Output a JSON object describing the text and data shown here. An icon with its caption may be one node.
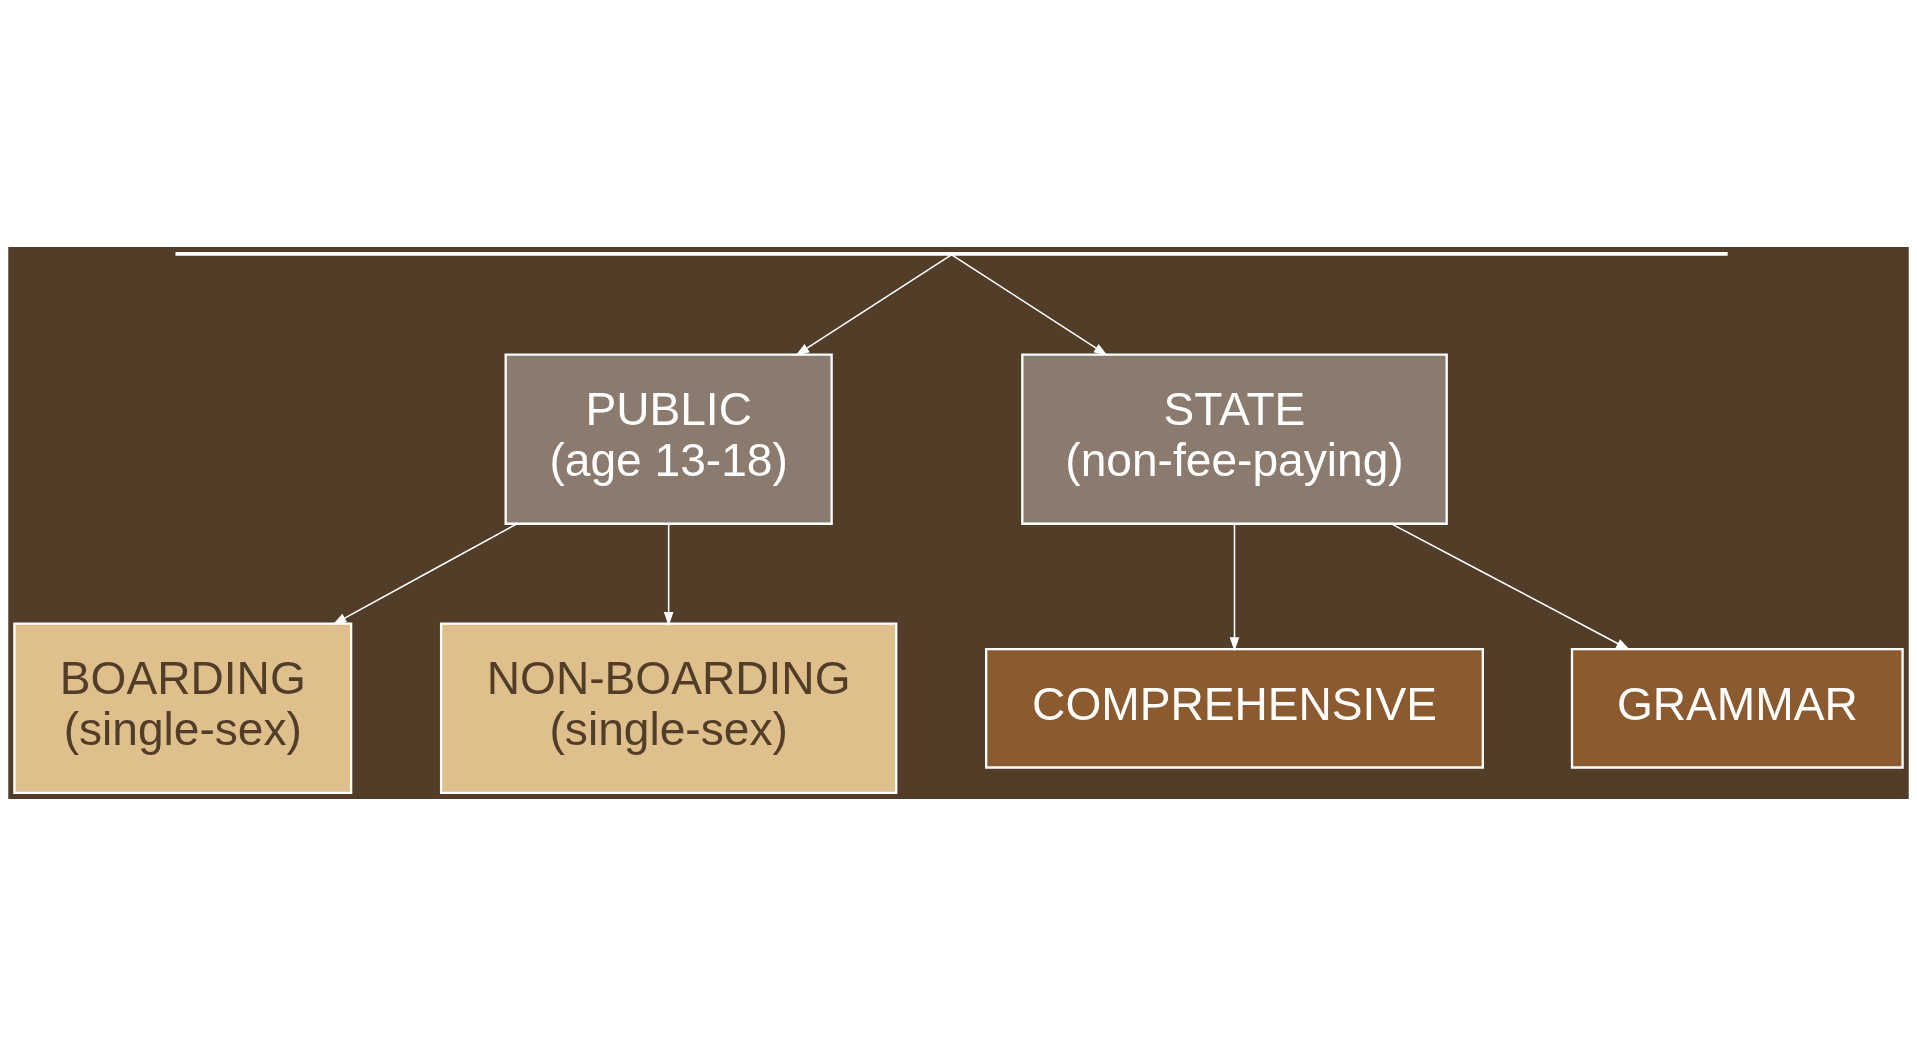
{
  "diagram": {
    "nodes": [
      {
        "text": [],
        "shape": "bar"
      },
      {
        "text": [
          "PUBLIC",
          "(age 13-18)"
        ]
      },
      {
        "text": [
          "BOARDING",
          "(single-sex)"
        ]
      },
      {
        "text": [
          "NON-BOARDING",
          "(single-sex)"
        ]
      },
      {
        "text": [
          "STATE",
          "(non-fee-paying)"
        ]
      },
      {
        "text": [
          "COMPREHENSIVE"
        ]
      },
      {
        "text": [
          "GRAMMAR"
        ]
      }
    ],
    "edges": [
      {
        "from": 0,
        "to": 1,
        "arrow": "to"
      },
      {
        "from": 0,
        "to": 4,
        "arrow": "to"
      },
      {
        "from": 1,
        "to": 2,
        "arrow": "to"
      },
      {
        "from": 1,
        "to": 3,
        "arrow": "to"
      },
      {
        "from": 4,
        "to": 5,
        "arrow": "to"
      },
      {
        "from": 4,
        "to": 6,
        "arrow": "to"
      }
    ]
  }
}
